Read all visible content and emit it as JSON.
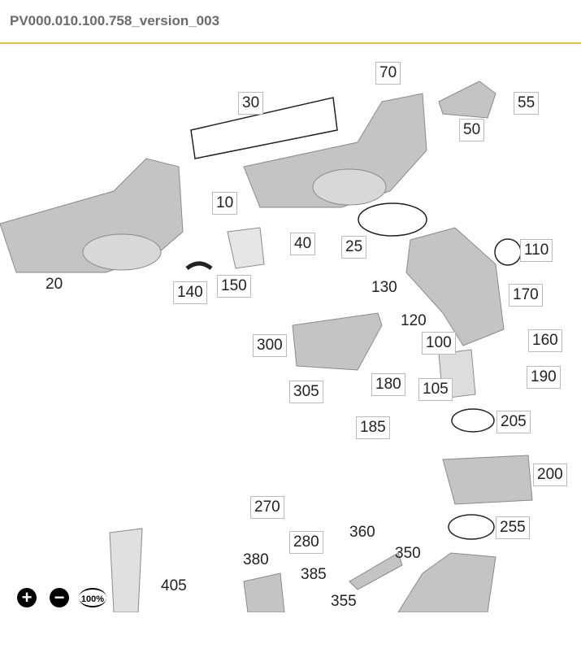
{
  "header": {
    "title": "PV000.010.100.758_version_003"
  },
  "labels": [
    "70",
    "30",
    "55",
    "50",
    "10",
    "40",
    "25",
    "110",
    "20",
    "140",
    "150",
    "130",
    "170",
    "120",
    "300",
    "100",
    "160",
    "180",
    "190",
    "305",
    "105",
    "185",
    "205",
    "200",
    "270",
    "280",
    "360",
    "255",
    "350",
    "380",
    "385",
    "405",
    "355"
  ],
  "controls": {
    "zoom_in": "+",
    "zoom_out": "−",
    "reset": "100%"
  },
  "colors": {
    "accent": "#e8c53a",
    "part": "#bdbdbd"
  }
}
